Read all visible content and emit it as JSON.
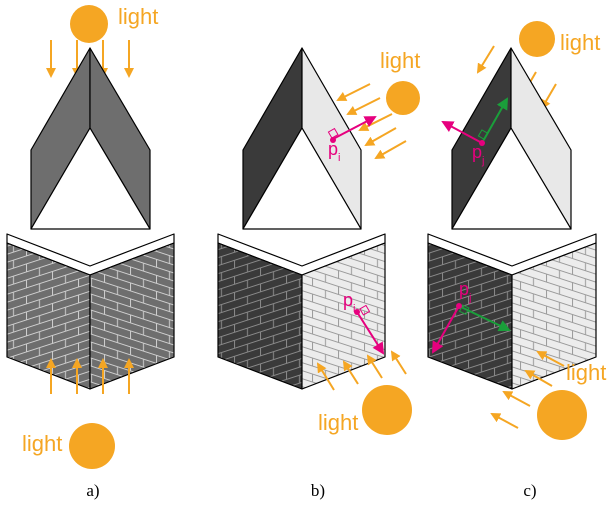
{
  "colors": {
    "light": "#f5a623",
    "point": "#e6007e",
    "normal": "#1a9f3a",
    "mid": "#6e6e6e",
    "dark": "#3a3a3a",
    "bright": "#e8e8e8"
  },
  "panels": [
    {
      "caption": "a)",
      "light_label": "light",
      "light_label_2": "light"
    },
    {
      "caption": "b)",
      "light_label": "light",
      "light_label_2": "light",
      "point_roof": "p",
      "point_roof_sub": "i",
      "point_wall": "p",
      "point_wall_sub": "i"
    },
    {
      "caption": "c)",
      "light_label": "light",
      "light_label_2": "light",
      "point_roof": "p",
      "point_roof_sub": "j",
      "point_wall": "p",
      "point_wall_sub": "j"
    }
  ]
}
